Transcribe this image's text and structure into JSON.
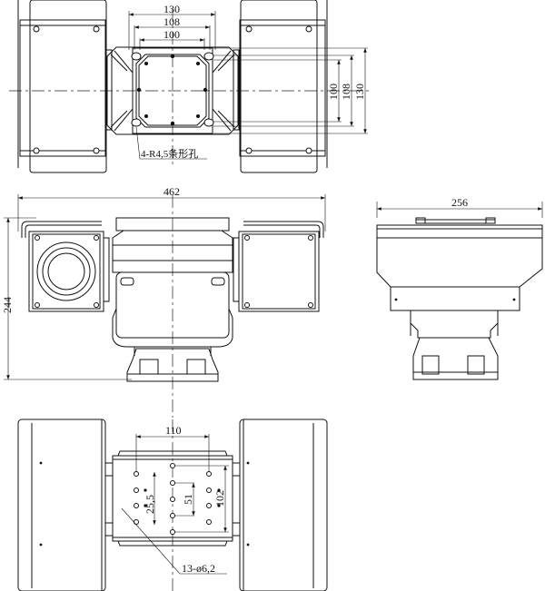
{
  "title": "Pan-tilt camera dimension drawing",
  "top_view": {
    "dim_width_outer": "130",
    "dim_width_mid": "108",
    "dim_width_inner": "100",
    "dim_height_inner": "100",
    "dim_height_mid": "108",
    "dim_height_outer": "130",
    "slot_note": "4-R4,5条形孔"
  },
  "front_view": {
    "dim_total_width": "462",
    "dim_total_height": "244"
  },
  "side_view": {
    "dim_depth": "256"
  },
  "bottom_view": {
    "dim_hole_span": "110",
    "dim_hole_pitch_small": "25,5",
    "dim_hole_pitch_mid": "51",
    "dim_hole_pitch_large": "102",
    "hole_note": "13-ø6,2"
  }
}
